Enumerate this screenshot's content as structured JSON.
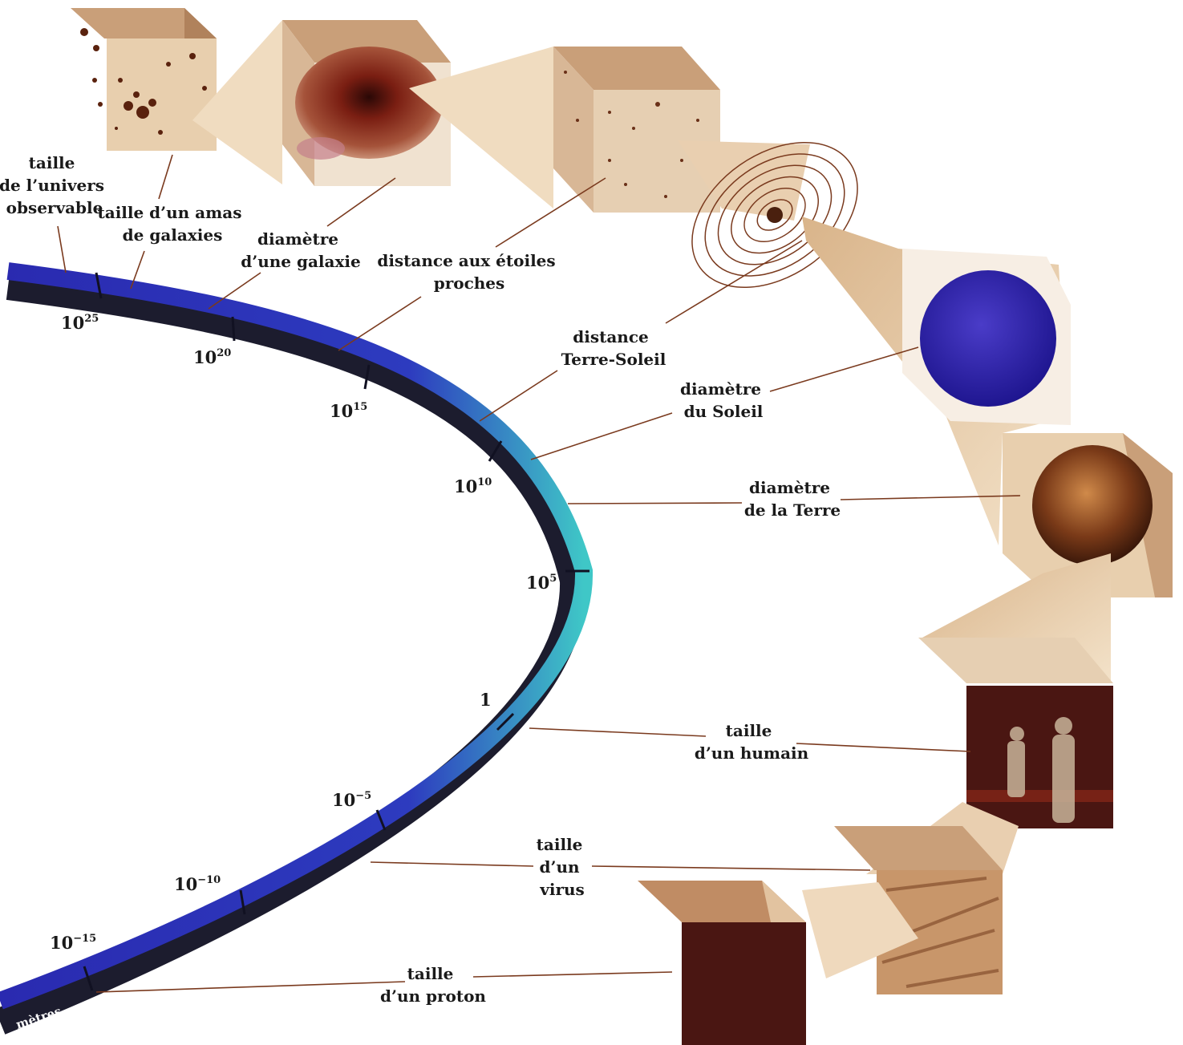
{
  "colors": {
    "ring_dark": "#1c1c2e",
    "ring_blue": "#2b2ba8",
    "ring_cyan": "#39c4c4",
    "leader": "#7a3a1e",
    "paper": "#e8cfae",
    "paper_dark": "#9a6a3e",
    "sun": "#3a2cb0",
    "earth": "#8a4a22",
    "humans_bg": "#4a1612"
  },
  "unit_label": "mètres",
  "ticks": [
    {
      "id": "t25",
      "base": "10",
      "exp": "25"
    },
    {
      "id": "t20",
      "base": "10",
      "exp": "20"
    },
    {
      "id": "t15",
      "base": "10",
      "exp": "15"
    },
    {
      "id": "t10",
      "base": "10",
      "exp": "10"
    },
    {
      "id": "t5",
      "base": "10",
      "exp": "5"
    },
    {
      "id": "t0",
      "base": "1",
      "exp": ""
    },
    {
      "id": "tm5",
      "base": "10",
      "exp": "−5"
    },
    {
      "id": "tm10",
      "base": "10",
      "exp": "−10"
    },
    {
      "id": "tm15",
      "base": "10",
      "exp": "−15"
    }
  ],
  "labels": {
    "univers": [
      "taille",
      "de l’univers",
      "observable"
    ],
    "amas": [
      "taille d’un amas",
      "de galaxies"
    ],
    "galaxie": [
      "diamètre",
      "d’une galaxie"
    ],
    "etoiles": [
      "distance aux étoiles",
      "proches"
    ],
    "terre_soleil": [
      "distance",
      "Terre-Soleil"
    ],
    "soleil": [
      "diamètre",
      "du Soleil"
    ],
    "terre": [
      "diamètre",
      "de la Terre"
    ],
    "humain": [
      "taille",
      "d’un humain"
    ],
    "virus": [
      "taille",
      "d’un",
      "virus"
    ],
    "proton": [
      "taille",
      "d’un proton"
    ]
  }
}
